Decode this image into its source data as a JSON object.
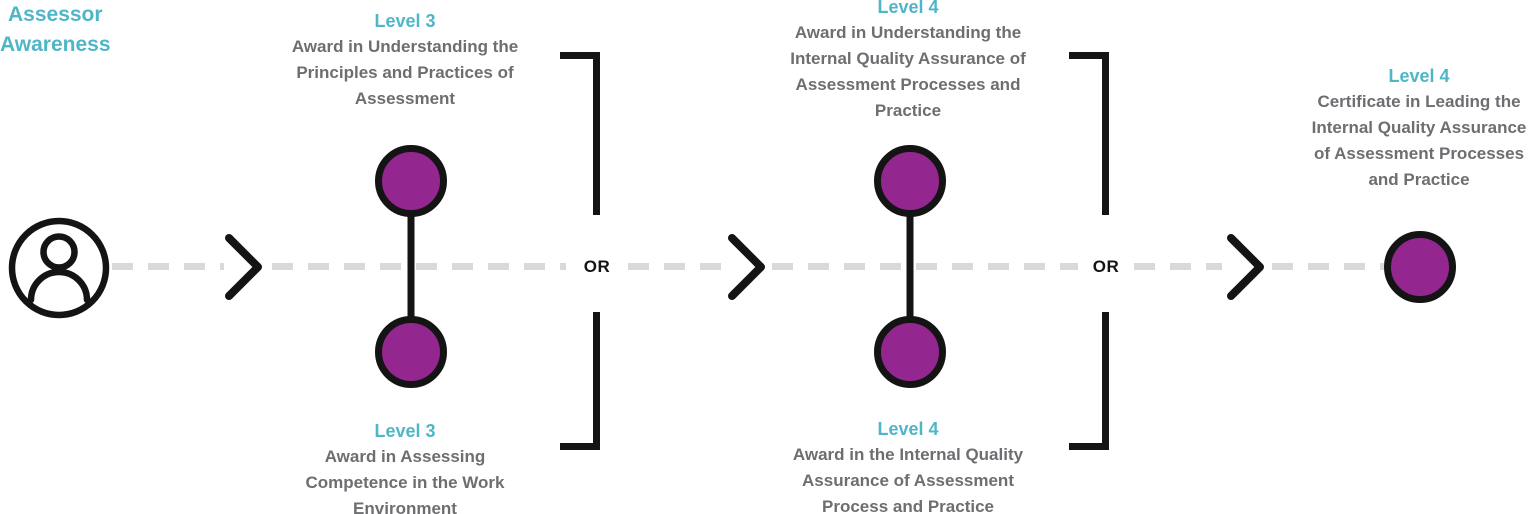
{
  "palette": {
    "teal": "#4FB6C8",
    "purple": "#93278F",
    "ink": "#141414",
    "gray_text": "#6D6E71",
    "dash_gray": "#D9D9D9"
  },
  "start": {
    "label": "Assessor\nAwareness",
    "icon": "person-icon"
  },
  "stages": [
    {
      "top": {
        "level": "Level 3",
        "title": "Award in Understanding the\nPrinciples and Practices of\nAssessment"
      },
      "bottom": {
        "level": "Level 3",
        "title": "Award in Assessing\nCompetence in the Work\nEnvironment"
      },
      "or_label": "OR"
    },
    {
      "top": {
        "level": "Level 4",
        "title": "Award in Understanding the\nInternal Quality Assurance of\nAssessment Processes and\nPractice"
      },
      "bottom": {
        "level": "Level 4",
        "title": "Award in the Internal Quality\nAssurance of Assessment\nProcess and Practice"
      },
      "or_label": "OR"
    }
  ],
  "final": {
    "level": "Level 4",
    "title": "Certificate in Leading the\nInternal Quality Assurance\nof Assessment Processes\nand Practice"
  }
}
